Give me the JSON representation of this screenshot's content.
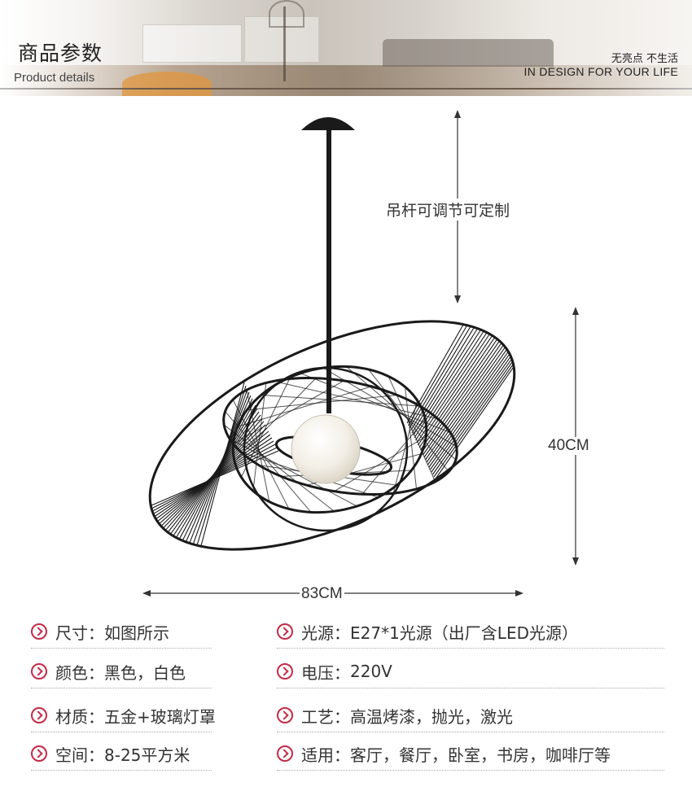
{
  "header": {
    "title": "商品参数",
    "subtitle": "Product details",
    "slogan_cn": "无亮点 不生活",
    "slogan_en": "IN DESIGN  FOR YOUR LIFE"
  },
  "dimensions": {
    "rod_note": "吊杆可调节可定制",
    "height": "40CM",
    "width": "83CM"
  },
  "specs": {
    "size": {
      "label": "尺寸：",
      "value": "如图所示"
    },
    "light_source": {
      "label": "光源：",
      "value": "E27*1光源（出厂含LED光源）"
    },
    "color": {
      "label": "颜色：",
      "value": "黑色，白色"
    },
    "voltage": {
      "label": "电压：",
      "value": "220V"
    },
    "material": {
      "label": "材质：",
      "value": "五金+玻璃灯罩"
    },
    "craft": {
      "label": "工艺：",
      "value": "高温烤漆，抛光，激光"
    },
    "space": {
      "label": "空间：",
      "value": "8-25平方米"
    },
    "usage": {
      "label": "适用：",
      "value": "客厅，餐厅，卧室，书房，咖啡厅等"
    }
  },
  "colors": {
    "accent": "#c42a46",
    "lamp_frame": "#1a1a1a",
    "globe": "#f3efe6"
  }
}
